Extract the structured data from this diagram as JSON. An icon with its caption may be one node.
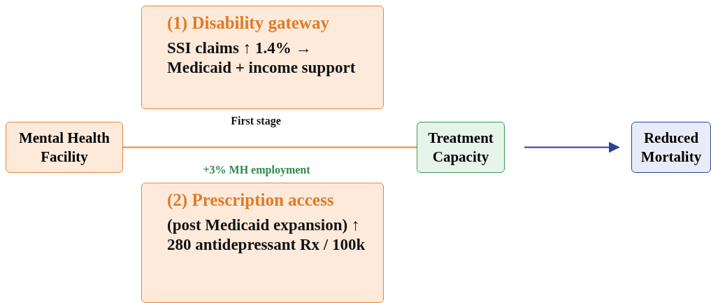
{
  "diagram": {
    "nodes": [
      {
        "text": [
          "Mental Health Facility"
        ]
      },
      {
        "text": [
          "(1) Disability gateway",
          "SSI claims ↑ 1.4% → Medicaid + income support"
        ]
      },
      {
        "text": [
          "Treatment Capacity"
        ]
      },
      {
        "text": [
          "Reduced Mortality"
        ]
      },
      {
        "text": [
          "(2) Prescription access",
          "(post Medicaid expansion) ↑ 280 antidepressant Rx / 100k"
        ]
      }
    ],
    "edges": [
      {
        "from": 0,
        "to": 2,
        "arrow": "none",
        "label": "First stage",
        "color": "#e8853a"
      },
      {
        "from": 2,
        "to": 3,
        "arrow": "to",
        "color": "#2b3f99"
      }
    ],
    "labels": [
      "+3% MH employment"
    ]
  }
}
